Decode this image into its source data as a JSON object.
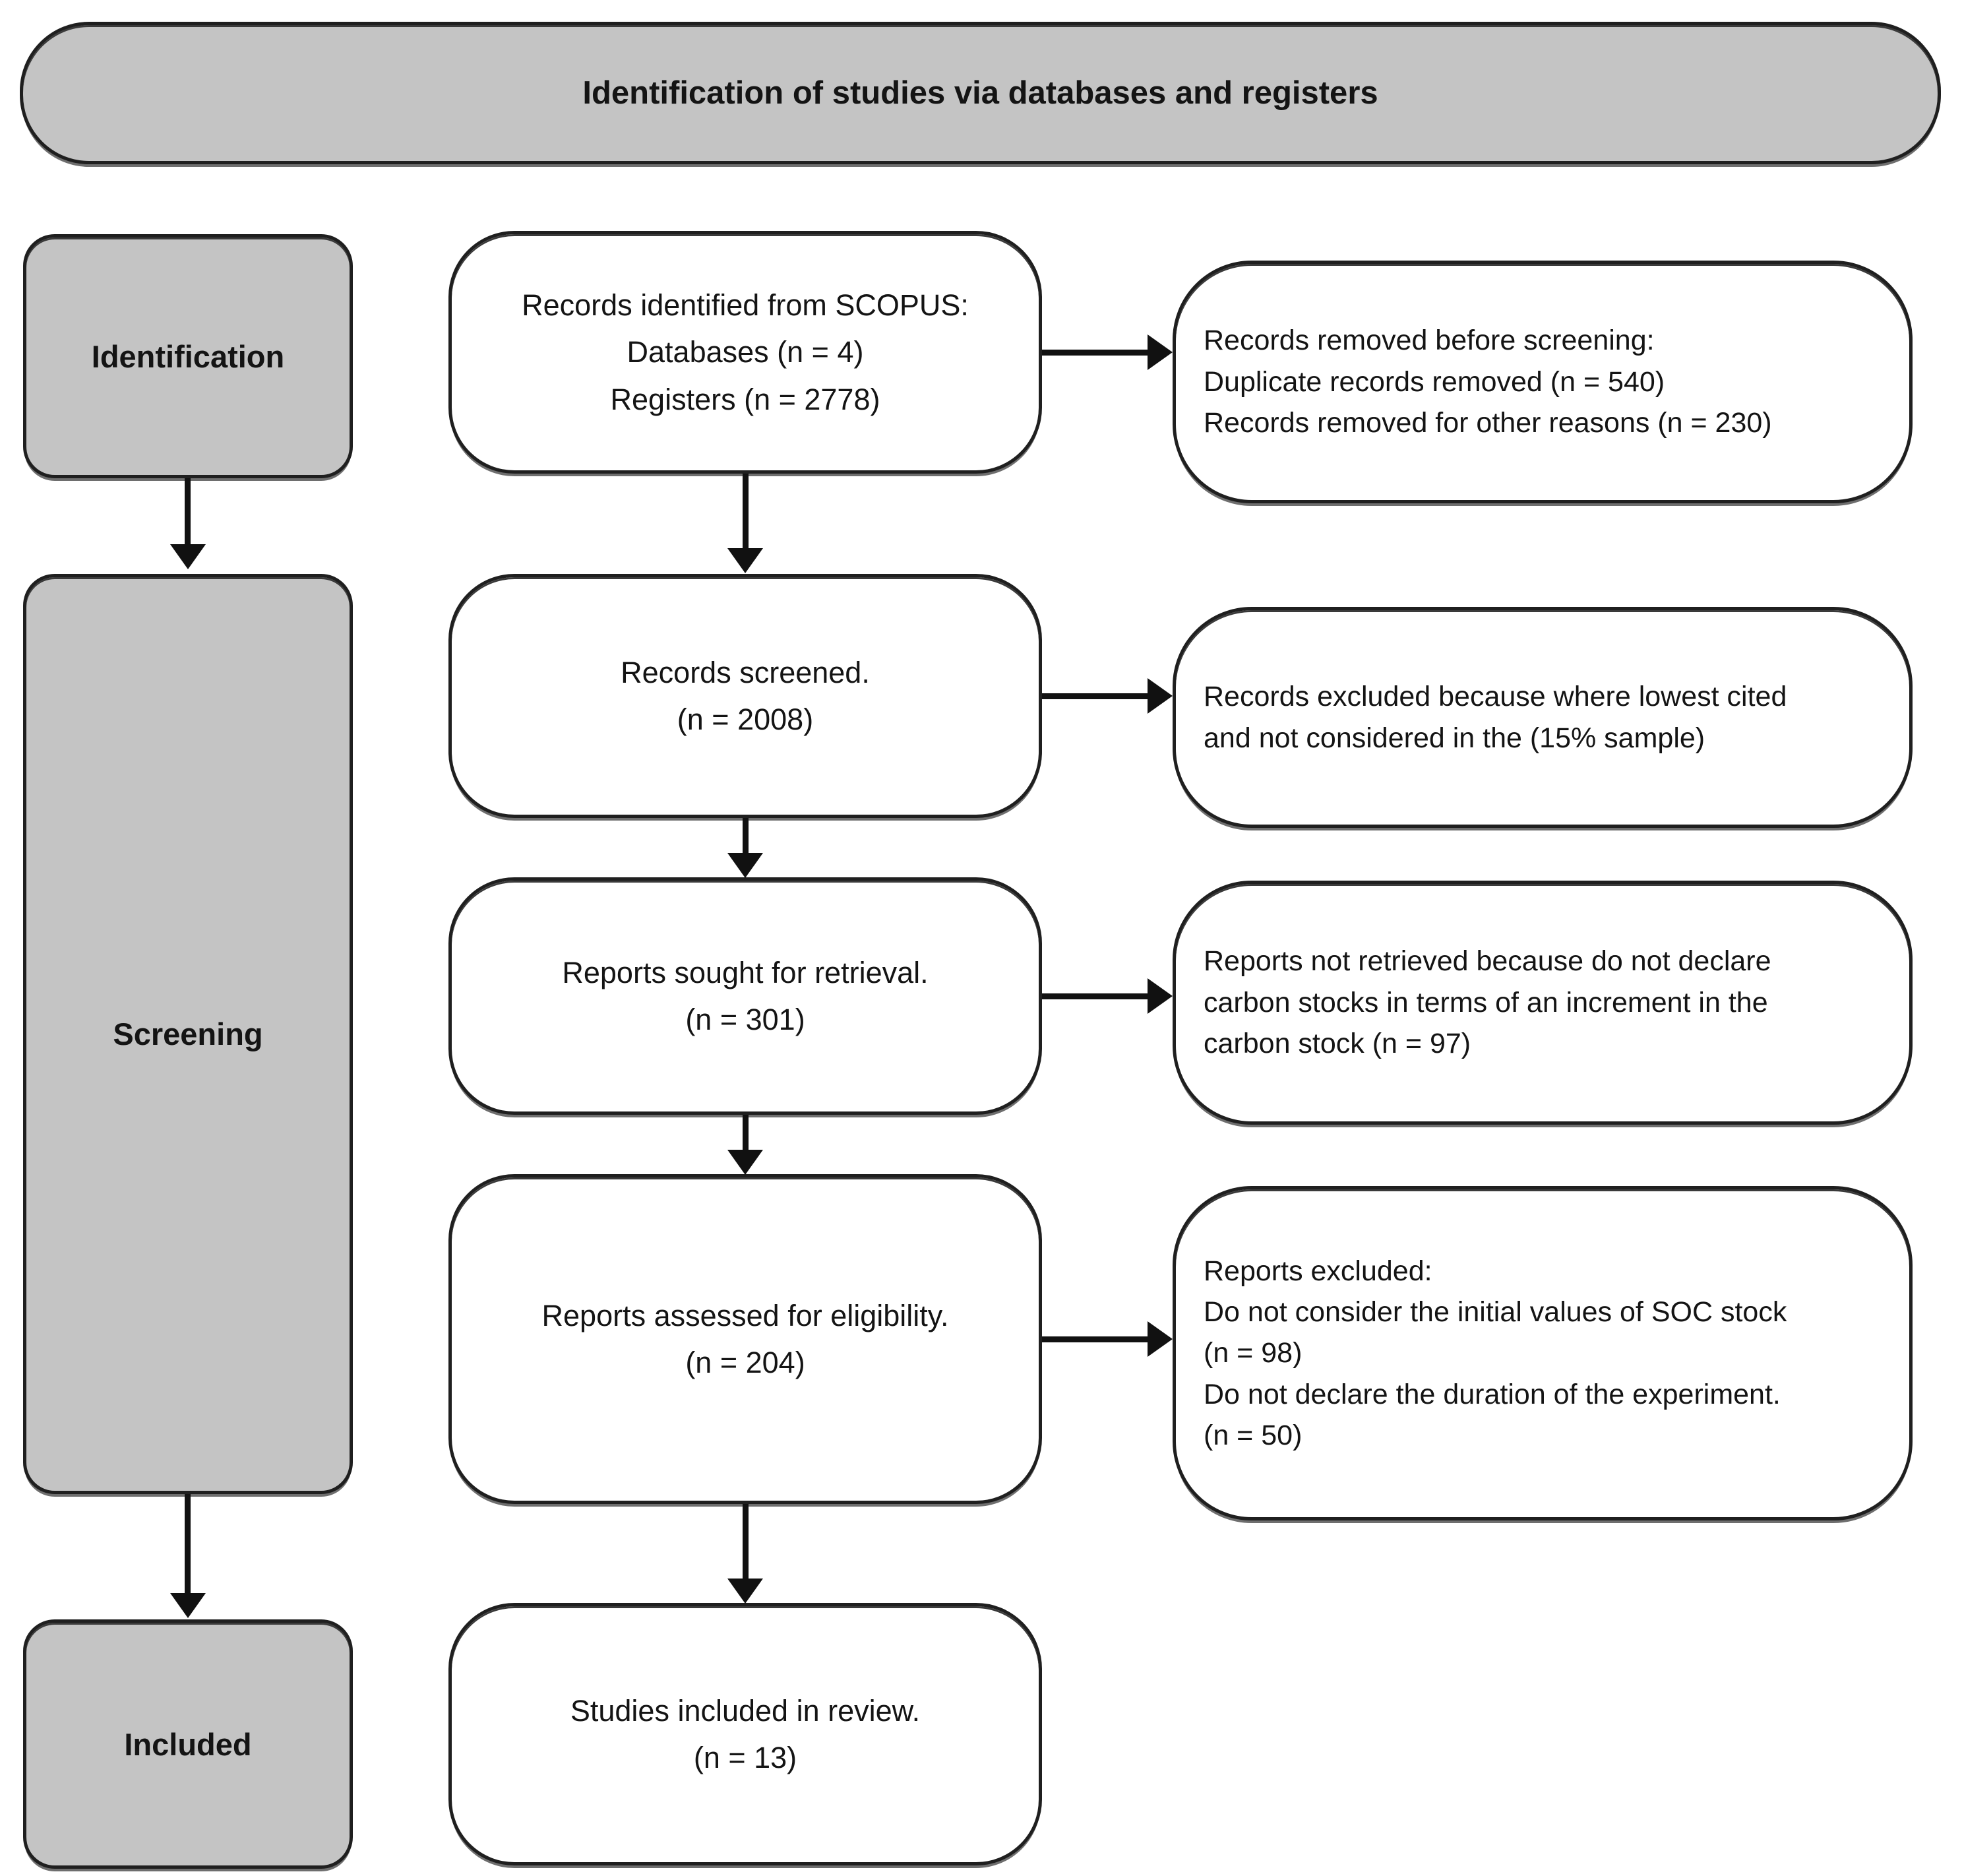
{
  "banner": {
    "title": "Identification of studies via databases and registers"
  },
  "stages": {
    "identification": "Identification",
    "screening": "Screening",
    "included": "Included"
  },
  "flow": {
    "records_identified": "Records identified from SCOPUS:\nDatabases (n = 4)\nRegisters (n = 2778)",
    "records_screened": "Records screened.\n(n = 2008)",
    "reports_sought": "Reports sought for retrieval.\n(n = 301)",
    "reports_assessed": "Reports assessed for eligibility.\n(n = 204)",
    "studies_included": "Studies included in review.\n(n = 13)"
  },
  "exclusions": {
    "removed_before_screening": "Records removed before screening:\nDuplicate records removed (n = 540)\nRecords removed for other reasons (n = 230)",
    "records_excluded": "Records excluded because where lowest cited\nand not considered in the (15% sample)",
    "reports_not_retrieved": "Reports not retrieved because do not declare\ncarbon stocks in terms of an increment in the\ncarbon stock (n = 97)",
    "reports_excluded": "Reports excluded:\nDo not consider the initial values of SOC stock\n(n = 98)\nDo not declare the duration of the experiment.\n(n = 50)"
  },
  "colors": {
    "stage_fill": "#c4c4c4",
    "box_fill": "#ffffff",
    "border": "#1f1f1f",
    "arrow": "#111111",
    "text": "#141414"
  }
}
